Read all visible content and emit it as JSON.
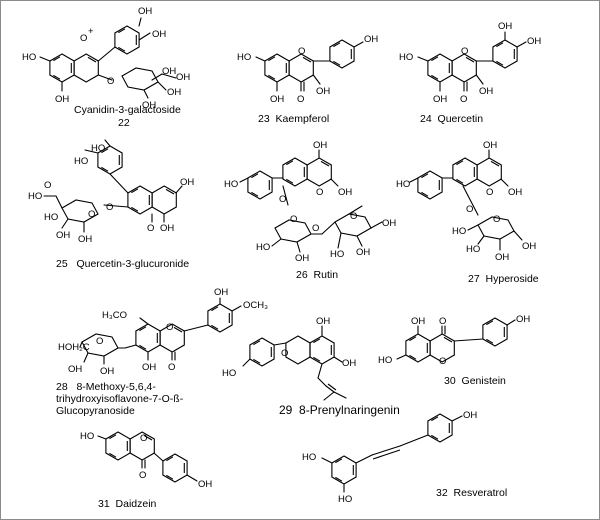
{
  "figure": {
    "compounds": [
      {
        "id": "c22",
        "name": "Cyanidin-3-galactoside",
        "number": "22"
      },
      {
        "id": "c23",
        "number": "23",
        "name": "Kaempferol"
      },
      {
        "id": "c24",
        "number": "24",
        "name": "Quercetin"
      },
      {
        "id": "c25",
        "number": "25",
        "name": "Quercetin-3-glucuronide"
      },
      {
        "id": "c26",
        "number": "26",
        "name": "Rutin"
      },
      {
        "id": "c27",
        "number": "27",
        "name": "Hyperoside"
      },
      {
        "id": "c28",
        "number": "28",
        "name_lines": [
          "8-Methoxy-5,6,4-",
          "trihydroxyisoflavone-7-O-ß-",
          "Glucopyranoside"
        ]
      },
      {
        "id": "c29",
        "number": "29",
        "name": "8-Prenylnaringenin"
      },
      {
        "id": "c30",
        "number": "30",
        "name": "Genistein"
      },
      {
        "id": "c31",
        "number": "31",
        "name": "Daidzein"
      },
      {
        "id": "c32",
        "number": "32",
        "name": "Resveratrol"
      }
    ],
    "atom_labels": {
      "oh": "OH",
      "ho": "HO",
      "o": "O",
      "o_plus": "O",
      "plus": "+",
      "och3": "OCH₃",
      "h3co": "H₃CO",
      "hoh2c": "HOH₂C",
      "oh2c": "OH₂C"
    }
  }
}
